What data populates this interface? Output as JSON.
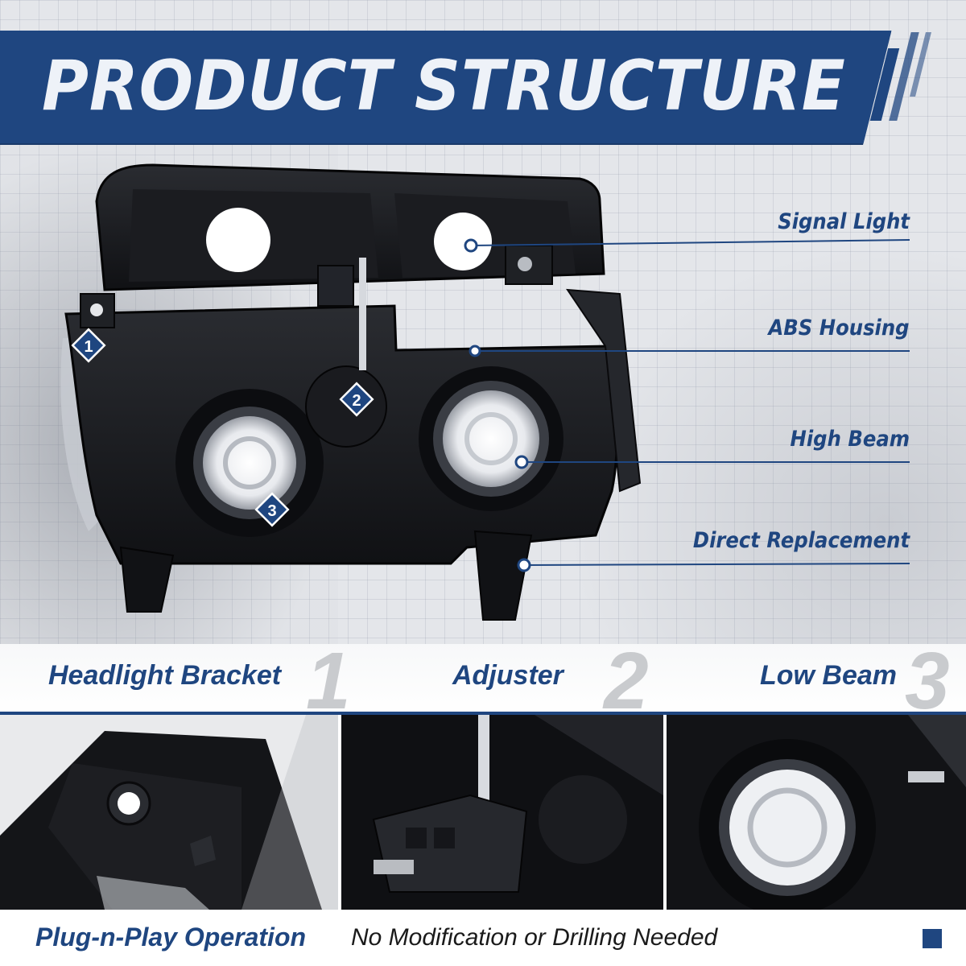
{
  "title": "PRODUCT STRUCTURE",
  "callouts": [
    {
      "label": "Signal Light"
    },
    {
      "label": "ABS Housing"
    },
    {
      "label": "High Beam"
    },
    {
      "label": "Direct Replacement"
    }
  ],
  "markers": [
    "1",
    "2",
    "3"
  ],
  "features": [
    {
      "label": "Headlight Bracket",
      "number": "1"
    },
    {
      "label": "Adjuster",
      "number": "2"
    },
    {
      "label": "Low Beam",
      "number": "3"
    }
  ],
  "footer": {
    "highlight": "Plug-n-Play Operation",
    "text": "No Modification or Drilling Needed"
  },
  "colors": {
    "brand_blue": "#1f4680",
    "housing_black": "#141518",
    "background_gray": "#e4e6ea",
    "number_gray": "#c9cbce"
  }
}
